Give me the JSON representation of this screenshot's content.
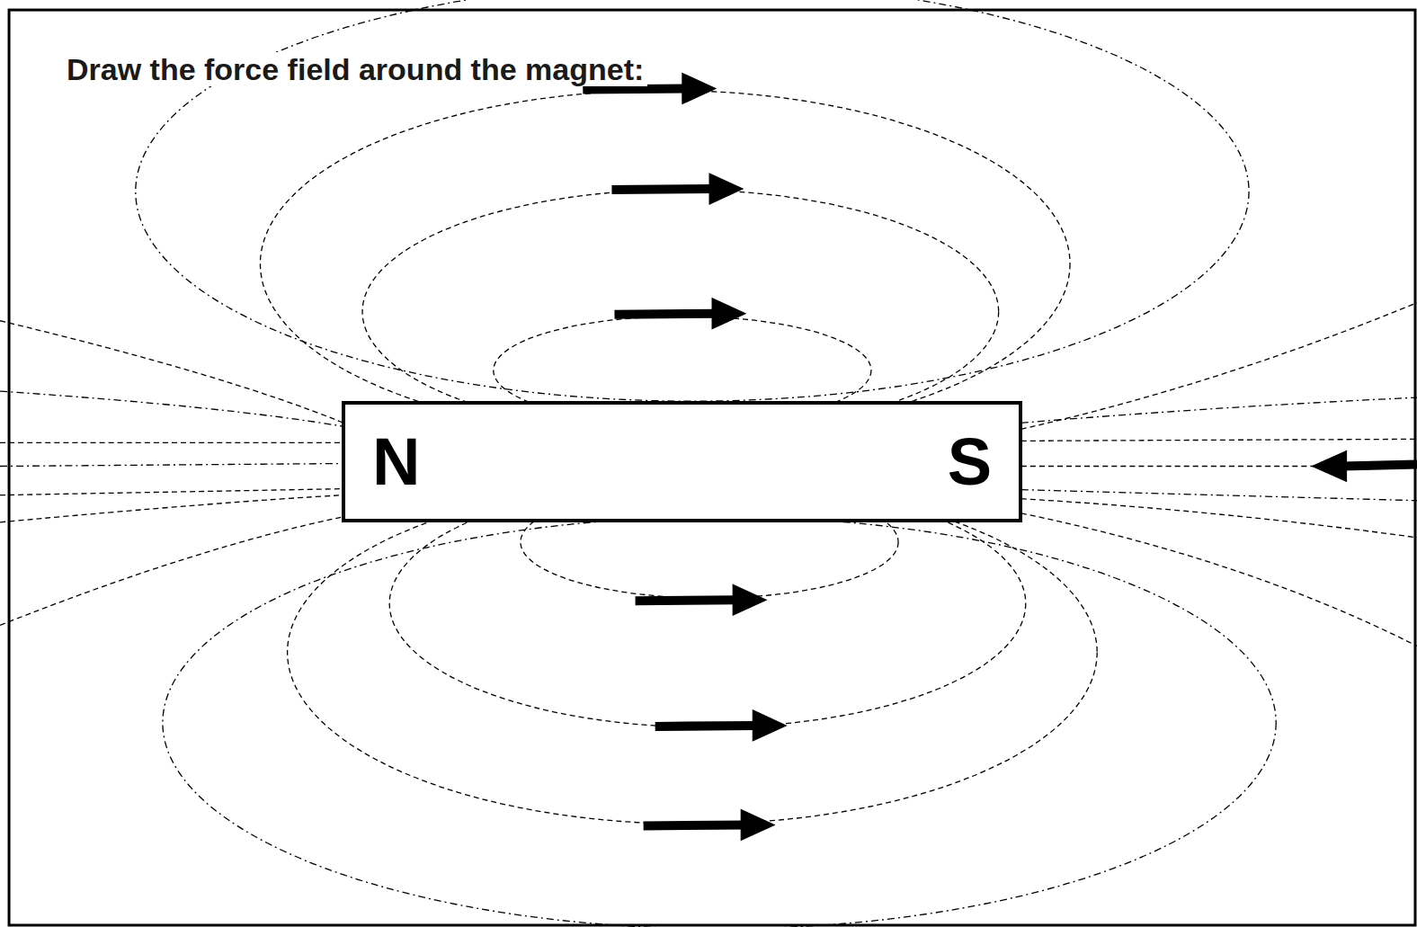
{
  "diagram": {
    "title": "Draw the force field around the magnet:",
    "nodes": [
      {
        "text": [
          "N",
          "S"
        ]
      }
    ]
  }
}
